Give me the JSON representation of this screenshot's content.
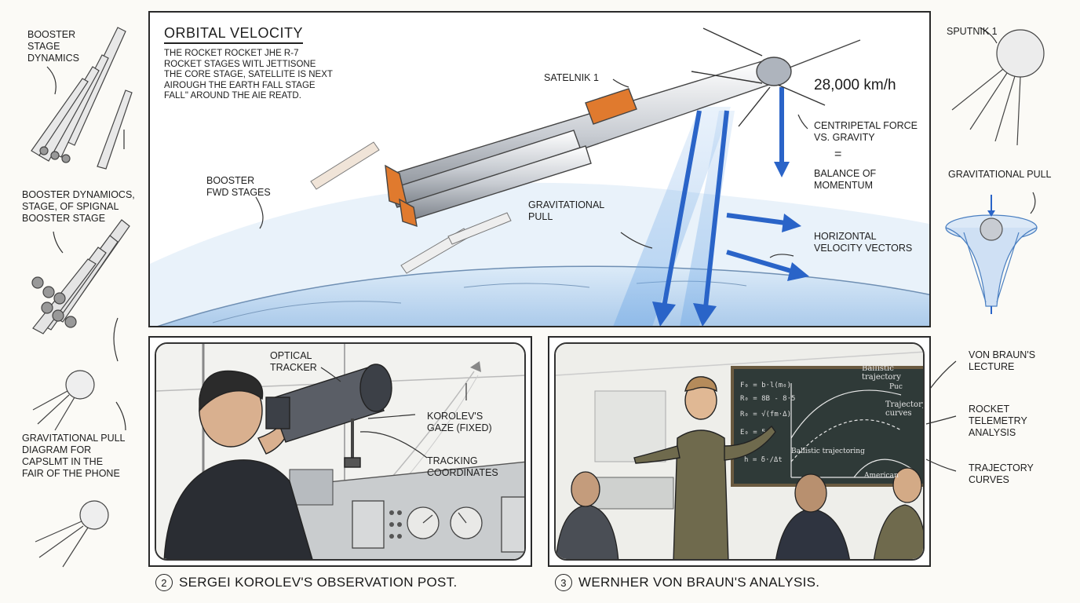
{
  "left_column": {
    "label_1": "BOOSTER\nSTAGE\nDYNAMICS",
    "label_2": "BOOSTER DYNAMIOCS,\nSTAGE, OF SPIGNAL\nBOOSTER STAGE",
    "label_3": "GRAVITATIONAL PULL\nDIAGRAM FOR\nCAPSLMT IN THE\nFAIR OF THE PHONE"
  },
  "main_panel": {
    "title": "ORBITAL VELOCITY",
    "description": "THE ROCKET ROCKET JHE R-7\nROCKET STAGES WITL JETTISONE\nTHE CORE STAGE, SATELLITE IS NEXT\nAIROUGH THE EARTH FALL STAGE\nFALL\" AROUND THE AIE REATD.",
    "satellite_label": "SATELNIK 1",
    "speed": "28,000 km/h",
    "booster_label": "BOOSTER\nFWD STAGES",
    "gravity_label": "GRAVITATIONAL\nPULL",
    "force_label": "CENTRIPETAL FORCE\nvs. GRAVITY",
    "equals": "=",
    "balance_label": "BALANCE OF\nMOMENTUM",
    "velocity_label": "HORIZONTAL\nVELOCITY VECTORS"
  },
  "right_column": {
    "sputnik_label": "SPUTNIK 1",
    "gravity_label": "GRAVITATIONAL PULL",
    "lecture_label": "VON BRAUN'S\nLECTURE",
    "telemetry_label": "ROCKET\nTELEMETRY\nANALYSIS",
    "trajectory_label": "TRAJECTORY\nCURVES"
  },
  "panel_2": {
    "number": "2",
    "caption": "SERGEI KOROLEV'S OBSERVATION POST.",
    "tracker_label": "OPTICAL\nTRACKER",
    "gaze_label": "KOROLEV'S\nGAZE (FIXED)",
    "coords_label": "TRACKING\nCOORDINATES"
  },
  "panel_3": {
    "number": "3",
    "caption": "WERNHER VON BRAUN'S ANALYSIS.",
    "board_title": "Ballistic trajectory",
    "board_sub": "Trajectory\ncurves",
    "board_ballistic": "Ballistic trajectoring",
    "board_american": "American",
    "board_puc": "Puc"
  },
  "colors": {
    "arrow_blue": "#2a64c8",
    "booster_orange": "#e07a2e",
    "earth_blue": "#b9d4ee"
  }
}
